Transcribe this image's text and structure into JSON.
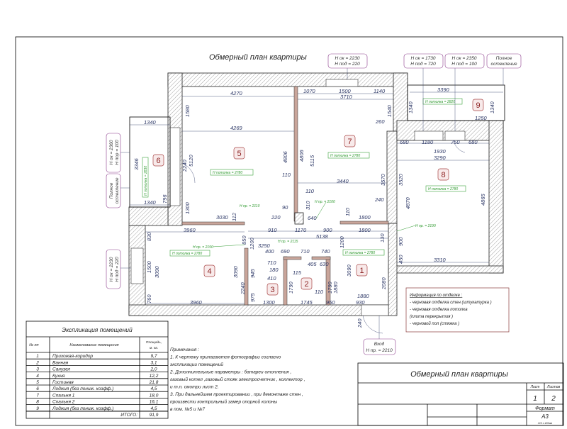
{
  "drawing_title": "Обмерный план квартиры",
  "rooms": [
    "1",
    "2",
    "3",
    "4",
    "5",
    "6",
    "7",
    "8",
    "9"
  ],
  "ceiling": {
    "r5": "Н потолка = 2780",
    "r7": "Н потолка = 2780",
    "r8": "Н потолка = 2780",
    "r4": "Н потолка = 2780",
    "r1": "Н потолка = 2780",
    "r9": "Н потолка = 2820",
    "r6": "Н потолка = 2830"
  },
  "doors": [
    "Н пр. = 2110",
    "Н пр. = 2100",
    "Н пр. = 2190",
    "Н пр. = 2150",
    "Н пр. = 2115"
  ],
  "callouts": {
    "top1": [
      "Н ок = 2230",
      "Н под = 220"
    ],
    "top2": [
      "Н ок = 1730",
      "Н под = 720"
    ],
    "top3": [
      "Н ок = 2350",
      "Н под = 100"
    ],
    "top4": [
      "Полное",
      "остекление"
    ],
    "left1": [
      "Н ок = 2360",
      "Н пор = 100"
    ],
    "left2": [
      "Полное",
      "остекление"
    ],
    "left3": [
      "Н ок = 2230",
      "Н под = 220"
    ],
    "entry": [
      "Вход",
      "Н пр. = 2210"
    ]
  },
  "dims": {
    "r5": [
      "4270",
      "4269",
      "1580",
      "5120",
      "2240",
      "1300",
      "4806",
      "110",
      "3030",
      "112",
      "220",
      "90"
    ],
    "r6": [
      "1340",
      "3346",
      "1340",
      "796"
    ],
    "r7": [
      "1070",
      "1500",
      "3710",
      "1140",
      "1540",
      "260",
      "4806",
      "5115",
      "3440",
      "3570",
      "110",
      "310",
      "240",
      "640",
      "110",
      "1800"
    ],
    "r9": [
      "3390",
      "1340",
      "1340",
      "1250"
    ],
    "r8": [
      "680",
      "1180",
      "750",
      "680",
      "1930",
      "3290",
      "3520",
      "4870",
      "4865",
      "900",
      "450",
      "3310"
    ],
    "mid": [
      "910",
      "1170",
      "900",
      "1800",
      "5138",
      "130",
      "1200"
    ],
    "low": [
      "3960",
      "830",
      "850",
      "1200",
      "3250",
      "400",
      "690",
      "710",
      "740",
      "3090",
      "1500",
      "760",
      "3960",
      "3090",
      "2240",
      "710",
      "180",
      "410",
      "945",
      "975",
      "1300",
      "405",
      "630",
      "115",
      "1790",
      "1790",
      "1880",
      "110",
      "1745",
      "3090",
      "2080",
      "1880",
      "950",
      "930",
      "240"
    ]
  },
  "explication": {
    "title": "Экспликация помещений",
    "headers": [
      "№ пп",
      "Наименование помещения",
      "Площадь,",
      "м. кв."
    ],
    "rows": [
      [
        "1",
        "Прихожая-коридор",
        "9,7"
      ],
      [
        "2",
        "Ванная",
        "3,1"
      ],
      [
        "3",
        "Санузел",
        "2,0"
      ],
      [
        "4",
        "Кухня",
        "12,2"
      ],
      [
        "5",
        "Гостиная",
        "21,8"
      ],
      [
        "6",
        "Лоджия (без пониж. коэфф.)",
        "4,5"
      ],
      [
        "7",
        "Спальня 1",
        "18,0"
      ],
      [
        "8",
        "Спальня 2",
        "16,1"
      ],
      [
        "9",
        "Лоджия (без пониж. коэфф.)",
        "4,5"
      ]
    ],
    "total_label": "ИТОГО:",
    "total_value": "91,9"
  },
  "notes": [
    "Примечания :",
    "1. К чертежу прилагаются фотографии согласно",
    "экспликации помещений",
    "2. Дополнительные параметры  : батареи отопления  ,",
    "газовый котел ,газовый стояк электросчетчик   , коллектор ,",
    "и т.п. смотри лист  2.",
    "3. При дальнейшем проектировании   , при демонтаже стен  ,",
    "произвести контрольный замер опорной колоны",
    "в пом. №5 и №7"
  ],
  "finish_info": [
    "Информация по отделке :",
    "- черновая отделка стен   (штукатурка )",
    "- черновая отделка потолка",
    " (плита перекрытия  )",
    "- черновой пол  (стяжка )"
  ],
  "title_block": {
    "title": "Обмерный план квартиры",
    "sheet_label": "Лист",
    "sheets_label": "Листов",
    "sheet": "1",
    "sheets": "2",
    "format_label": "Формат",
    "format": "А3",
    "format_size": "210 x 420мм"
  }
}
